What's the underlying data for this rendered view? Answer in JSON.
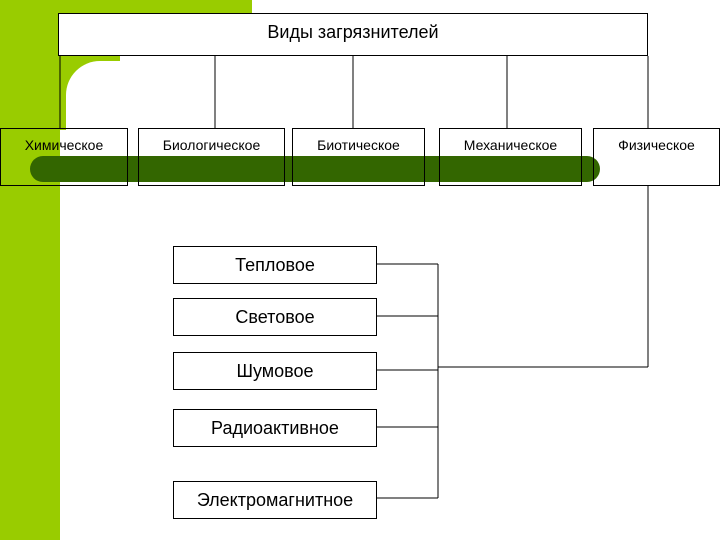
{
  "title": "Виды загрязнителей",
  "categories": [
    "Химическое",
    "Биологическое",
    "Биотическое",
    "Механическое",
    "Физическое"
  ],
  "physical_types": [
    "Тепловое",
    "Световое",
    "Шумовое",
    "Радиоактивное",
    "Электромагнитное"
  ],
  "colors": {
    "accent_green": "#99cc00",
    "dark_green": "#336600"
  }
}
